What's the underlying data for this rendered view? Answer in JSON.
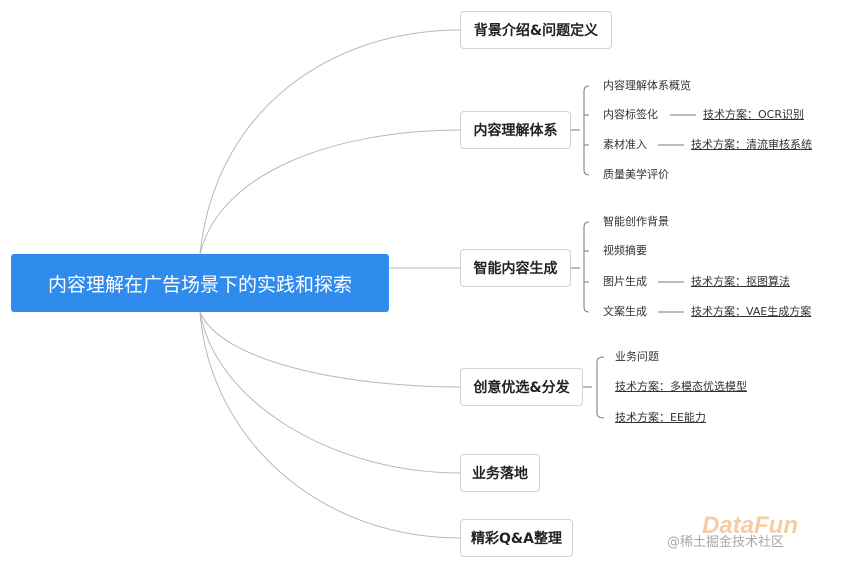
{
  "root": {
    "title": "内容理解在广告场景下的实践和探索"
  },
  "branches": [
    {
      "label": "背景介绍&问题定义"
    },
    {
      "label": "内容理解体系"
    },
    {
      "label": "智能内容生成"
    },
    {
      "label": "创意优选&分发"
    },
    {
      "label": "业务落地"
    },
    {
      "label": "精彩Q&A整理"
    }
  ],
  "content_understanding": {
    "items": [
      "内容理解体系概览",
      "内容标签化",
      "素材准入",
      "质量美学评价"
    ],
    "tech": [
      "技术方案：OCR识别",
      "技术方案：清流审核系统"
    ]
  },
  "content_generation": {
    "items": [
      "智能创作背景",
      "视频摘要",
      "图片生成",
      "文案生成"
    ],
    "tech": [
      "技术方案：抠图算法",
      "技术方案：VAE生成方案"
    ]
  },
  "creative_selection": {
    "items": [
      "业务问题",
      "技术方案：多模态优选模型",
      "技术方案：EE能力"
    ]
  },
  "watermark": {
    "logo": "DataFun",
    "text": "@稀土掘金技术社区"
  }
}
